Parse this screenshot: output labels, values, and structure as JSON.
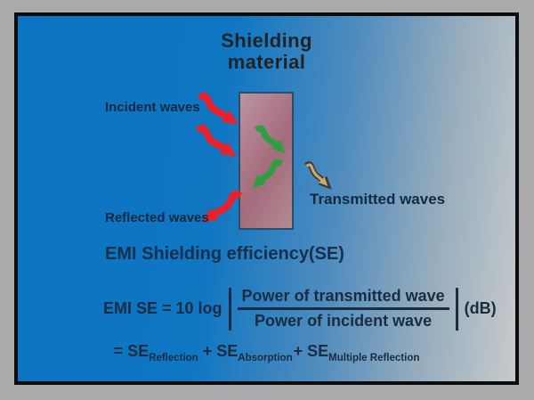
{
  "diagram": {
    "title": {
      "line1": "Shielding",
      "line2": "material"
    },
    "labels": {
      "incident": "Incident waves",
      "reflected": "Reflected waves",
      "transmitted": "Transmitted waves"
    },
    "efficiency_heading": "EMI Shielding efficiency(SE)",
    "formula": {
      "lhs": "EMI SE = 10 log",
      "numerator": "Power of transmitted wave",
      "denominator": "Power of incident wave",
      "unit": "(dB)"
    },
    "sum_formula": {
      "eq_term": "= SE",
      "sub_reflection": "Reflection",
      "plus_term_1": "+ SE",
      "sub_absorption": "Absorption",
      "plus_term_2": "+ SE",
      "sub_multiple": "Multiple Reflection"
    },
    "colors": {
      "frame": "#a8aaab",
      "panel_border": "#0c0c0c",
      "background_left": "#0b73c1",
      "background_right": "#c7cacb",
      "material_light": "#bb94a2",
      "material_dark": "#a46b7c",
      "material_border": "#2d4d6d",
      "incident_reflected_arrow": "#e8212a",
      "internal_arrow": "#2f9e41",
      "transmitted_arrow_fill": "#c9a972",
      "transmitted_arrow_outline": "#3d3d33",
      "text": "#1a2c42"
    }
  }
}
